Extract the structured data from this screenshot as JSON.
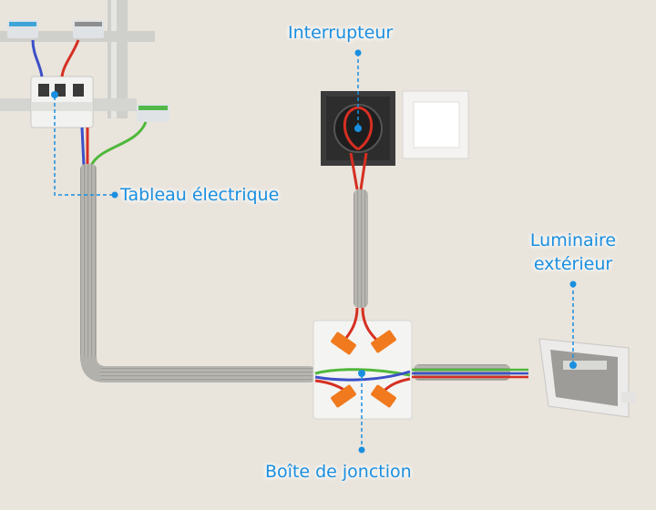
{
  "labels": {
    "switch": "Interrupteur",
    "panel": "Tableau électrique",
    "light_line1": "Luminaire",
    "light_line2": "extérieur",
    "junction": "Boîte de jonction"
  },
  "colors": {
    "wall": "#e9e4dc",
    "label": "#1a8fe0",
    "conduit": "#b4b3ad",
    "wire_phase": "#d62f22",
    "wire_neutral": "#3c50c8",
    "wire_earth": "#4fb83a",
    "connector_orange": "#f07a1d"
  },
  "icons": [
    "distribution-board-icon",
    "socket-icon",
    "light-switch-icon",
    "junction-box-icon",
    "wall-light-icon"
  ]
}
